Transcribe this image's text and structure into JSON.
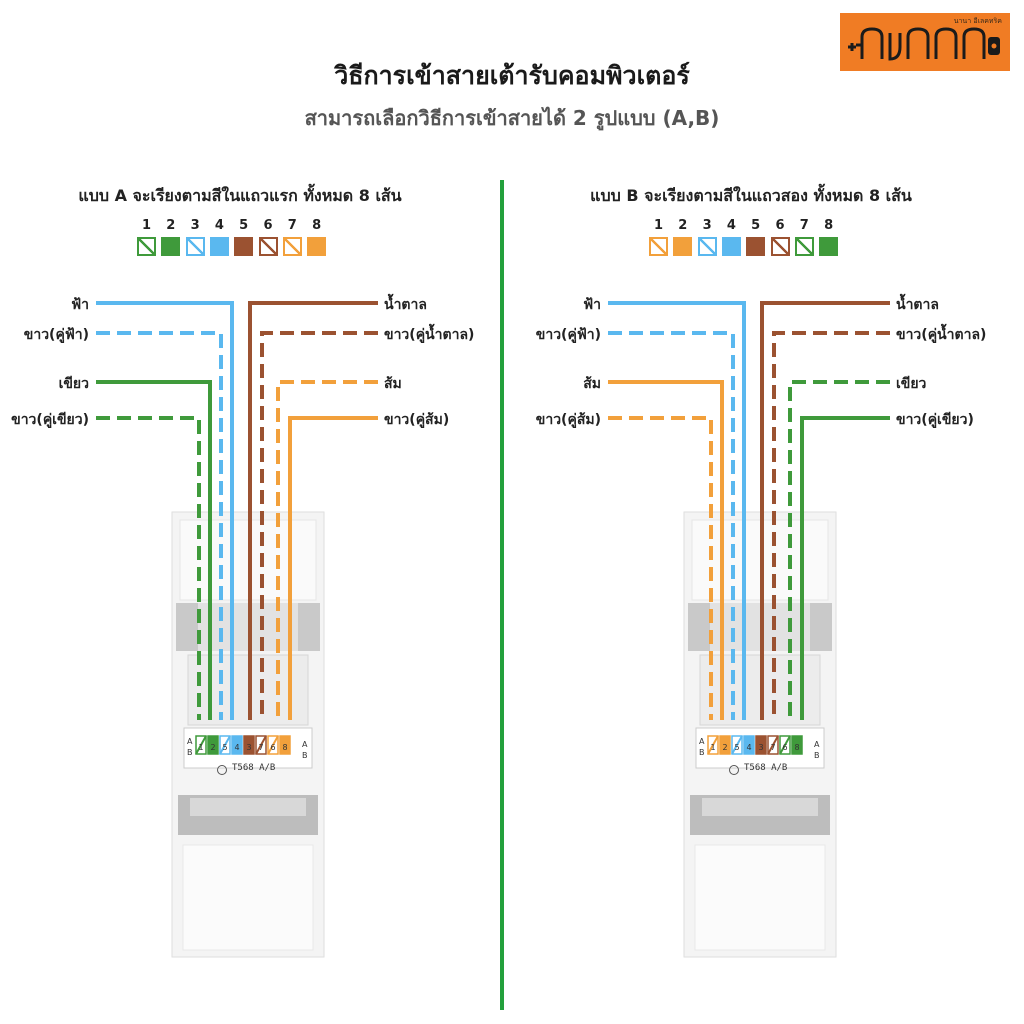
{
  "logo": {
    "sub": "นานา อีเลคทริค"
  },
  "title": "วิธีการเข้าสายเต้ารับคอมพิวเตอร์",
  "subtitle": "สามารถเลือกวิธีการเข้าสายได้ 2 รูปแบบ (A,B)",
  "colors": {
    "blue": "#5ab8ef",
    "green": "#3f9a3b",
    "brown": "#9b5231",
    "orange": "#f2a03b",
    "divider": "#23a03c",
    "logo_bg": "#f07c24"
  },
  "panel_a": {
    "heading": "แบบ A จะเรียงตามสีในแถวแรก ทั้งหมด 8 เส้น",
    "pins": [
      {
        "n": "1",
        "color": "green",
        "striped": true
      },
      {
        "n": "2",
        "color": "green",
        "striped": false
      },
      {
        "n": "3",
        "color": "blue",
        "striped": true
      },
      {
        "n": "4",
        "color": "blue",
        "striped": false
      },
      {
        "n": "5",
        "color": "brown",
        "striped": false
      },
      {
        "n": "6",
        "color": "brown",
        "striped": true
      },
      {
        "n": "7",
        "color": "orange",
        "striped": true
      },
      {
        "n": "8",
        "color": "orange",
        "striped": false
      }
    ],
    "left_labels": [
      "ฟ้า",
      "ขาว(คู่ฟ้า)",
      "เขียว",
      "ขาว(คู่เขียว)"
    ],
    "right_labels": [
      "น้ำตาล",
      "ขาว(คู่น้ำตาล)",
      "ส้ม",
      "ขาว(คู่ส้ม)"
    ],
    "wires_left": [
      {
        "color": "blue",
        "dashed": false
      },
      {
        "color": "blue",
        "dashed": true
      },
      {
        "color": "green",
        "dashed": false
      },
      {
        "color": "green",
        "dashed": true
      }
    ],
    "wires_right": [
      {
        "color": "brown",
        "dashed": false
      },
      {
        "color": "brown",
        "dashed": true
      },
      {
        "color": "orange",
        "dashed": true
      },
      {
        "color": "orange",
        "dashed": false
      }
    ],
    "jack_label": "T568 A/B",
    "jack_nums": [
      "1",
      "2",
      "5",
      "4",
      "3",
      "7",
      "6",
      "8"
    ]
  },
  "panel_b": {
    "heading": "แบบ B จะเรียงตามสีในแถวสอง ทั้งหมด 8 เส้น",
    "pins": [
      {
        "n": "1",
        "color": "orange",
        "striped": true
      },
      {
        "n": "2",
        "color": "orange",
        "striped": false
      },
      {
        "n": "3",
        "color": "blue",
        "striped": true
      },
      {
        "n": "4",
        "color": "blue",
        "striped": false
      },
      {
        "n": "5",
        "color": "brown",
        "striped": false
      },
      {
        "n": "6",
        "color": "brown",
        "striped": true
      },
      {
        "n": "7",
        "color": "green",
        "striped": true
      },
      {
        "n": "8",
        "color": "green",
        "striped": false
      }
    ],
    "left_labels": [
      "ฟ้า",
      "ขาว(คู่ฟ้า)",
      "ส้ม",
      "ขาว(คู่ส้ม)"
    ],
    "right_labels": [
      "น้ำตาล",
      "ขาว(คู่น้ำตาล)",
      "เขียว",
      "ขาว(คู่เขียว)"
    ],
    "wires_left": [
      {
        "color": "blue",
        "dashed": false
      },
      {
        "color": "blue",
        "dashed": true
      },
      {
        "color": "orange",
        "dashed": false
      },
      {
        "color": "orange",
        "dashed": true
      }
    ],
    "wires_right": [
      {
        "color": "brown",
        "dashed": false
      },
      {
        "color": "brown",
        "dashed": true
      },
      {
        "color": "green",
        "dashed": true
      },
      {
        "color": "green",
        "dashed": false
      }
    ],
    "jack_label": "T568 A/B",
    "jack_nums": [
      "1",
      "2",
      "5",
      "4",
      "3",
      "7",
      "6",
      "8"
    ]
  }
}
